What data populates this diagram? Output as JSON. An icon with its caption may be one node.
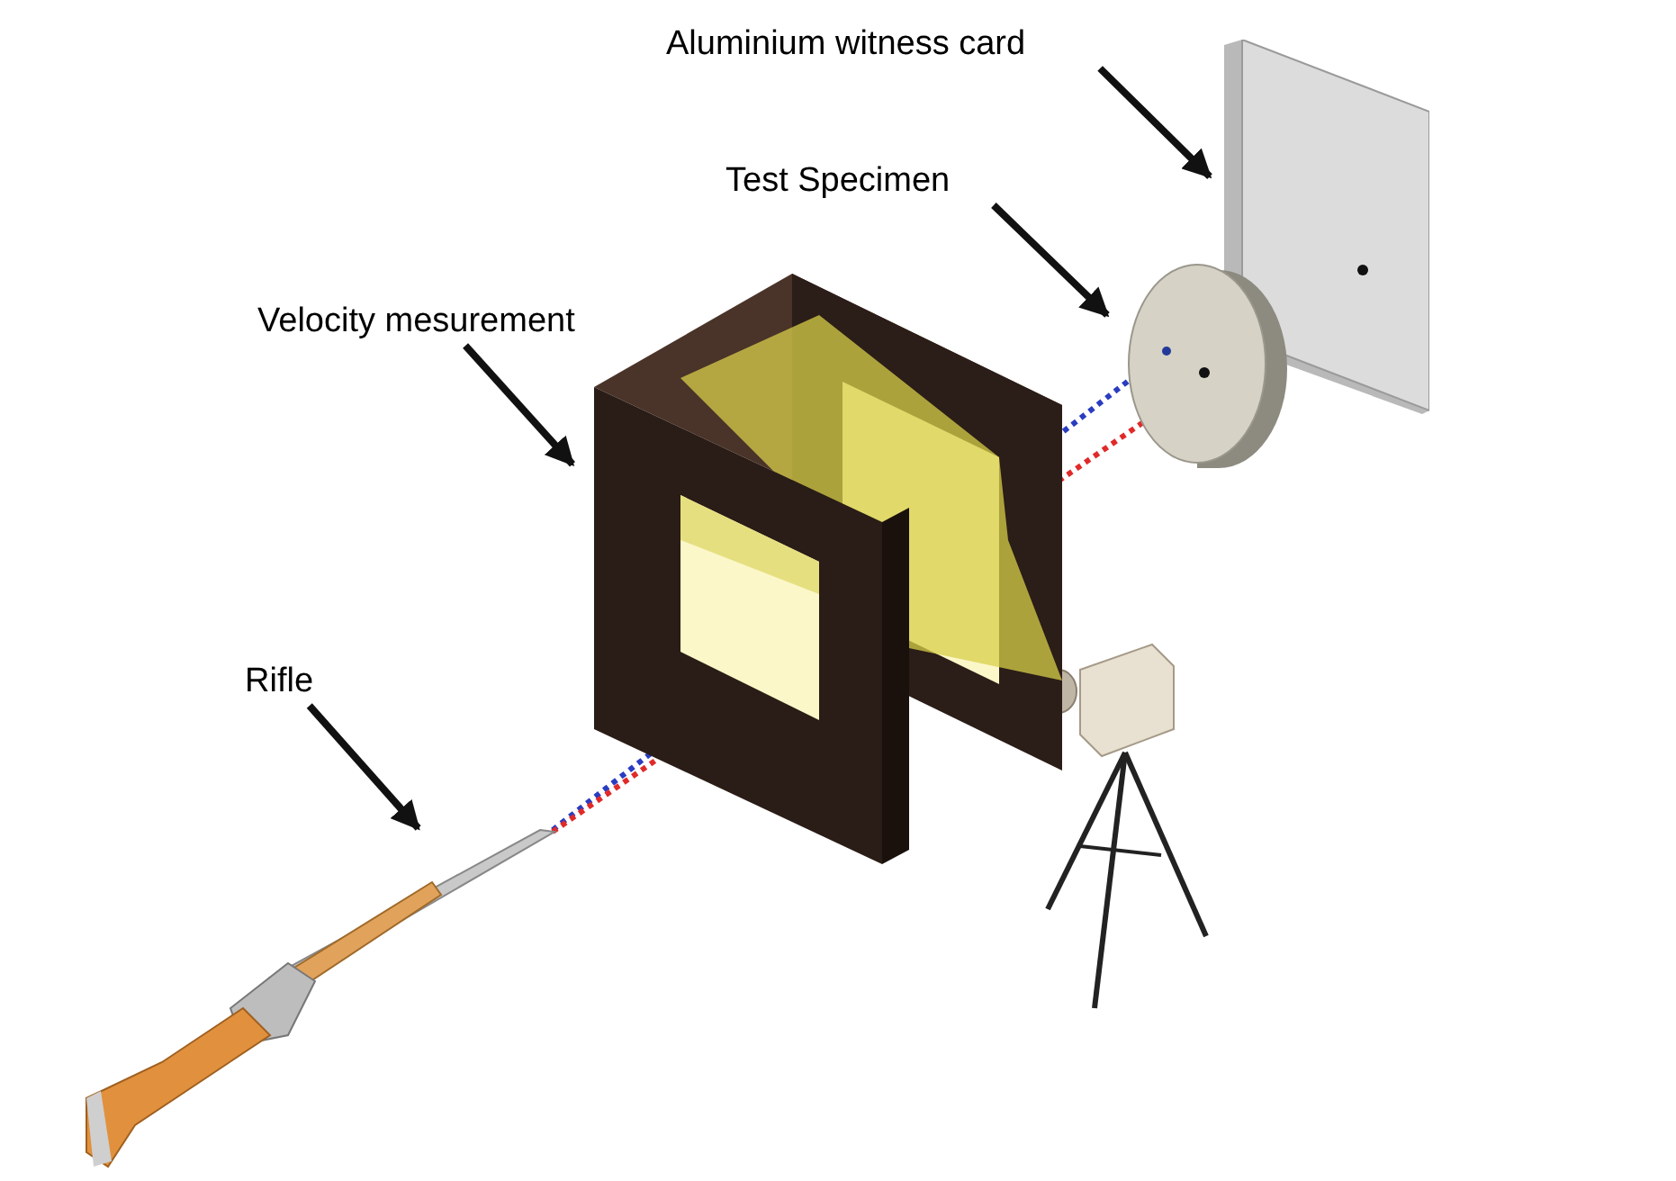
{
  "diagram": {
    "nodes": [
      {
        "text": [
          "Aluminium witness card"
        ]
      },
      {
        "text": [],
        "shape": "picture"
      },
      {
        "text": [
          "Test Specimen"
        ]
      },
      {
        "text": [],
        "shape": "picture"
      },
      {
        "text": [
          "Velocity mesurement"
        ]
      },
      {
        "text": [],
        "shape": "picture"
      },
      {
        "text": [
          "Rifle"
        ]
      },
      {
        "text": [],
        "shape": "picture"
      }
    ],
    "edges": [
      {
        "from": 0,
        "to": 1,
        "arrow": "to"
      },
      {
        "from": 2,
        "to": 3,
        "arrow": "to"
      },
      {
        "from": 4,
        "to": 5,
        "arrow": "to"
      },
      {
        "from": 6,
        "to": 7,
        "arrow": "to"
      }
    ]
  }
}
